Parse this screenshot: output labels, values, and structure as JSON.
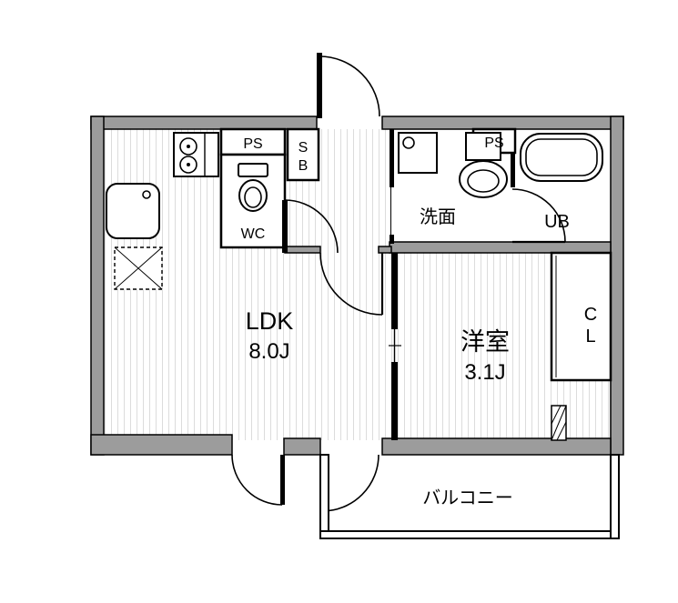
{
  "document": {
    "type": "apartment-floor-plan"
  },
  "colors": {
    "wall_fill": "#9c9c9c",
    "line": "#000000",
    "floor_hatch": "#dcdcdc",
    "background": "#ffffff"
  },
  "rooms": {
    "ldk": {
      "label": "LDK",
      "area": "8.0J"
    },
    "western_room": {
      "label": "洋室",
      "area": "3.1J"
    },
    "washroom": {
      "label": "洗面"
    },
    "toilet": {
      "label": "WC"
    },
    "unit_bath": {
      "label": "UB"
    },
    "closet": {
      "char1": "C",
      "char2": "L"
    },
    "shoe_box": {
      "char1": "S",
      "char2": "B"
    },
    "pipe_space_left": {
      "label": "PS"
    },
    "pipe_space_right": {
      "label": "PS"
    },
    "balcony": {
      "label": "バルコニー"
    }
  }
}
